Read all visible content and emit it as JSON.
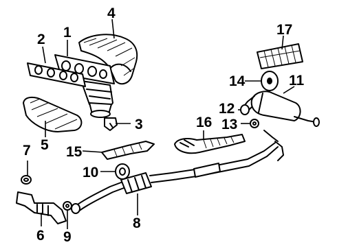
{
  "diagram": {
    "callouts": [
      {
        "id": "1",
        "text": "1"
      },
      {
        "id": "2",
        "text": "2"
      },
      {
        "id": "3",
        "text": "3"
      },
      {
        "id": "4",
        "text": "4"
      },
      {
        "id": "5",
        "text": "5"
      },
      {
        "id": "6",
        "text": "6"
      },
      {
        "id": "7",
        "text": "7"
      },
      {
        "id": "8",
        "text": "8"
      },
      {
        "id": "9",
        "text": "9"
      },
      {
        "id": "10",
        "text": "10"
      },
      {
        "id": "11",
        "text": "11"
      },
      {
        "id": "12",
        "text": "12"
      },
      {
        "id": "13",
        "text": "13"
      },
      {
        "id": "14",
        "text": "14"
      },
      {
        "id": "15",
        "text": "15"
      },
      {
        "id": "16",
        "text": "16"
      },
      {
        "id": "17",
        "text": "17"
      }
    ]
  },
  "colors": {
    "line": "#000000",
    "background": "#ffffff"
  }
}
